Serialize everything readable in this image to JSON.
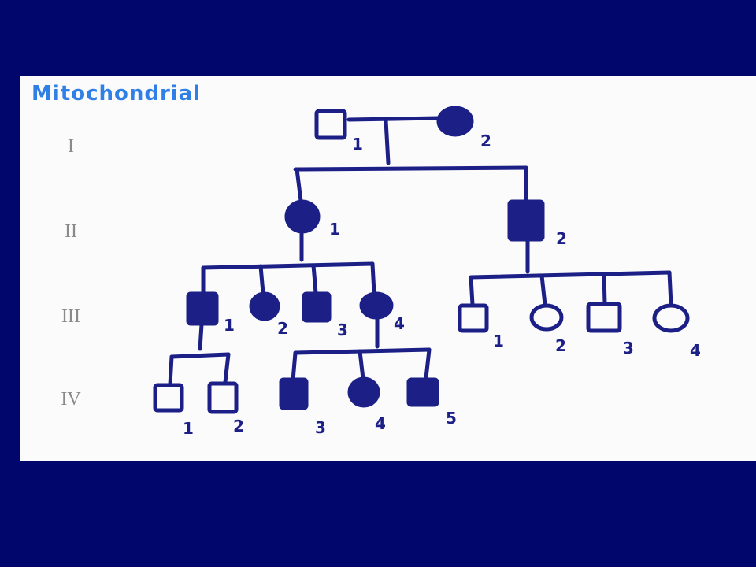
{
  "title": "Mitochondrial",
  "colors": {
    "background": "#00066b",
    "board": "#fbfbfb",
    "ink": "#1b1f86",
    "title": "#2f7fe6",
    "generation_label": "#8a8a8a"
  },
  "generations": [
    "I",
    "II",
    "III",
    "IV"
  ],
  "individuals": {
    "I_1": {
      "label": "1",
      "sex": "male",
      "affected": false
    },
    "I_2": {
      "label": "2",
      "sex": "female",
      "affected": true
    },
    "II_1": {
      "label": "1",
      "sex": "female",
      "affected": true
    },
    "II_2": {
      "label": "2",
      "sex": "male",
      "affected": true
    },
    "III_1": {
      "label": "1",
      "sex": "male",
      "affected": true
    },
    "III_2": {
      "label": "2",
      "sex": "female",
      "affected": true
    },
    "III_3": {
      "label": "3",
      "sex": "male",
      "affected": true
    },
    "III_4": {
      "label": "4",
      "sex": "female",
      "affected": true
    },
    "III_5": {
      "label": "1",
      "sex": "male",
      "affected": false
    },
    "III_6": {
      "label": "2",
      "sex": "female",
      "affected": false
    },
    "III_7": {
      "label": "3",
      "sex": "male",
      "affected": false
    },
    "III_8": {
      "label": "4",
      "sex": "female",
      "affected": false
    },
    "IV_1": {
      "label": "1",
      "sex": "male",
      "affected": false
    },
    "IV_2": {
      "label": "2",
      "sex": "male",
      "affected": false
    },
    "IV_3": {
      "label": "3",
      "sex": "male",
      "affected": true
    },
    "IV_4": {
      "label": "4",
      "sex": "female",
      "affected": true
    },
    "IV_5": {
      "label": "5",
      "sex": "male",
      "affected": true
    }
  }
}
